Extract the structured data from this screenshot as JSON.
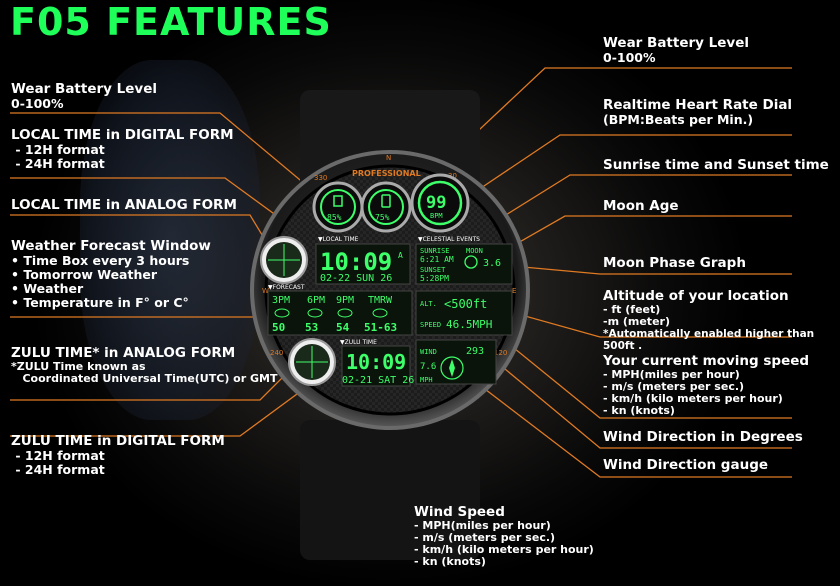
{
  "title": "F05 FEATURES",
  "left": {
    "battery": {
      "title": "Wear Battery Level",
      "sub": "0-100%"
    },
    "local_digital": {
      "title": "LOCAL TIME in DIGITAL FORM",
      "items": [
        " - 12H format",
        " - 24H format"
      ]
    },
    "local_analog": {
      "title": "LOCAL TIME in ANALOG FORM"
    },
    "weather": {
      "title": "Weather Forecast Window",
      "items": [
        "• Time Box every 3 hours",
        "• Tomorrow Weather",
        "• Weather",
        "• Temperature in F°  or C°"
      ]
    },
    "zulu_analog": {
      "title": "ZULU TIME* in ANALOG FORM",
      "note1": "*ZULU Time known as",
      "note2": "   Coordinated Universal Time(UTC) or GMT"
    },
    "zulu_digital": {
      "title": "ZULU TIME in DIGITAL FORM",
      "items": [
        " - 12H format",
        " - 24H format"
      ]
    }
  },
  "right": {
    "battery": {
      "title": "Wear Battery Level",
      "sub": "0-100%"
    },
    "heart": {
      "title": "Realtime Heart Rate Dial",
      "sub": "(BPM:Beats per Min.)"
    },
    "sun": {
      "title": "Sunrise time and Sunset time"
    },
    "moon_age": {
      "title": "Moon Age"
    },
    "moon_phase": {
      "title": "Moon Phase Graph"
    },
    "altitude": {
      "title": "Altitude of your location",
      "items": [
        "- ft  (feet)",
        "-m (meter)"
      ],
      "note": "*Automatically enabled higher than 500ft ."
    },
    "speed": {
      "title": "Your current moving speed",
      "items": [
        "- MPH(miles per hour)",
        "- m/s (meters per sec.)",
        "- km/h (kilo meters per hour)",
        "- kn (knots)"
      ]
    },
    "wind_deg": {
      "title": "Wind Direction in Degrees"
    },
    "wind_gauge": {
      "title": "Wind Direction gauge"
    }
  },
  "bottom": {
    "wind_speed": {
      "title": "Wind Speed",
      "items": [
        "- MPH(miles per hour)",
        "- m/s (meters per sec.)",
        "- km/h (kilo meters per hour)",
        "- kn (knots)"
      ]
    }
  },
  "watch": {
    "brand": "PROFESSIONAL",
    "bezel_n": "N",
    "bezel_330": "330",
    "bezel_30": "30",
    "bezel_w": "W",
    "bezel_e": "E",
    "bezel_240": "240",
    "bezel_120": "120",
    "battery_pct": "85%",
    "phone_pct": "75%",
    "bpm_value": "99",
    "bpm_label": "BPM",
    "local_label": "▼LOCAL TIME",
    "local_time": "10:09",
    "local_ampm": "A",
    "local_date": "02-22 SUN 26",
    "celestial_label": "▼CELESTIAL EVENTS",
    "sunrise_label": "SUNRISE",
    "sunrise_time": "6:21 AM",
    "sunset_label": "SUNSET",
    "sunset_time": "5:28PM",
    "moon_label": "MOON",
    "moon_age": "3.6",
    "forecast_label": "▼FORECAST",
    "hours": [
      "3PM",
      "6PM",
      "9PM",
      "TMRW"
    ],
    "temps": [
      "50",
      "53",
      "54",
      "51-63"
    ],
    "alt_label": "ALT.",
    "alt_value": "<500ft",
    "speed_label": "SPEED",
    "speed_value": "46.5MPH",
    "zulu_label": "▼ZULU TIME",
    "zulu_time": "10:09",
    "zulu_date": "02-21 SAT 26",
    "wind_label": "WIND",
    "wind_deg": "293",
    "wind_unit": "MPH",
    "wind_speed": "7.6"
  }
}
